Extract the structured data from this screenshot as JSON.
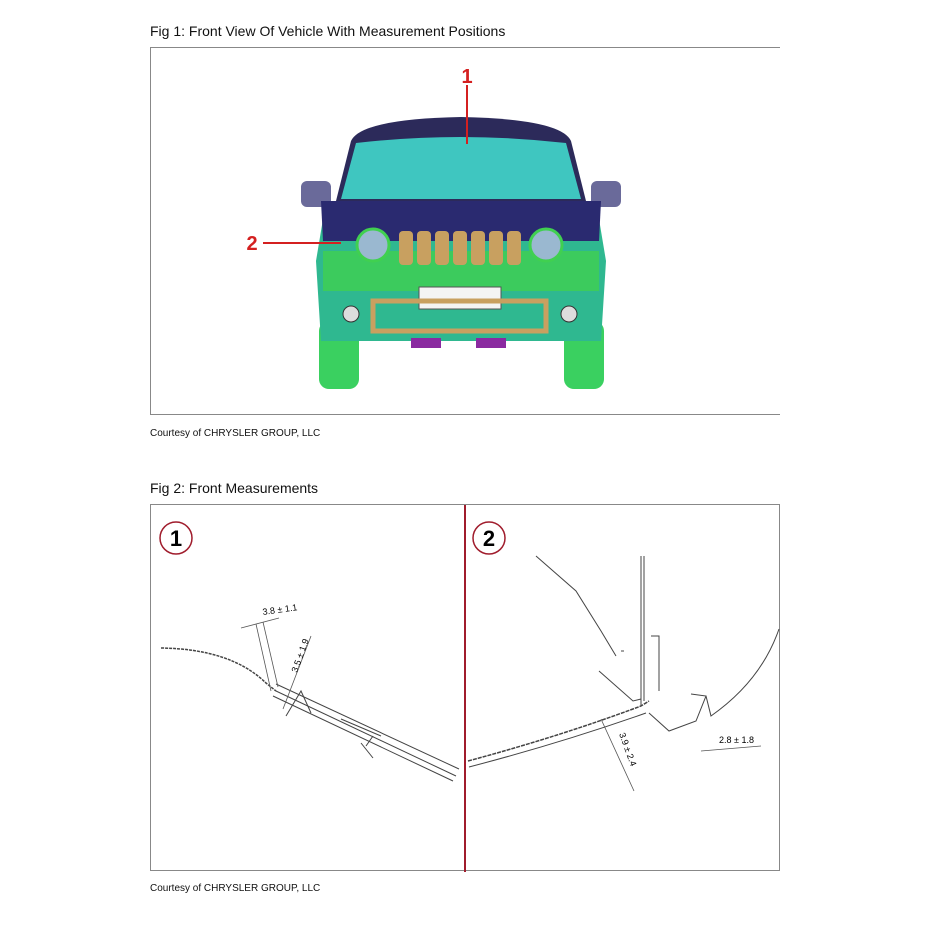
{
  "fig1": {
    "title": "Fig 1: Front View Of Vehicle With Measurement Positions",
    "callouts": [
      "1",
      "2"
    ],
    "caption": "Courtesy of CHRYSLER GROUP, LLC",
    "callout_color": "#d42020"
  },
  "fig2": {
    "title": "Fig 2: Front Measurements",
    "panels": [
      {
        "number": "1",
        "measurements": [
          "3.8 ± 1.1",
          "3.5 ± 1.9"
        ]
      },
      {
        "number": "2",
        "measurements": [
          "3.9 ± 2.4",
          "2.8 ± 1.8"
        ]
      }
    ],
    "divider_color": "#a01c2c",
    "caption": "Courtesy of CHRYSLER GROUP, LLC"
  }
}
